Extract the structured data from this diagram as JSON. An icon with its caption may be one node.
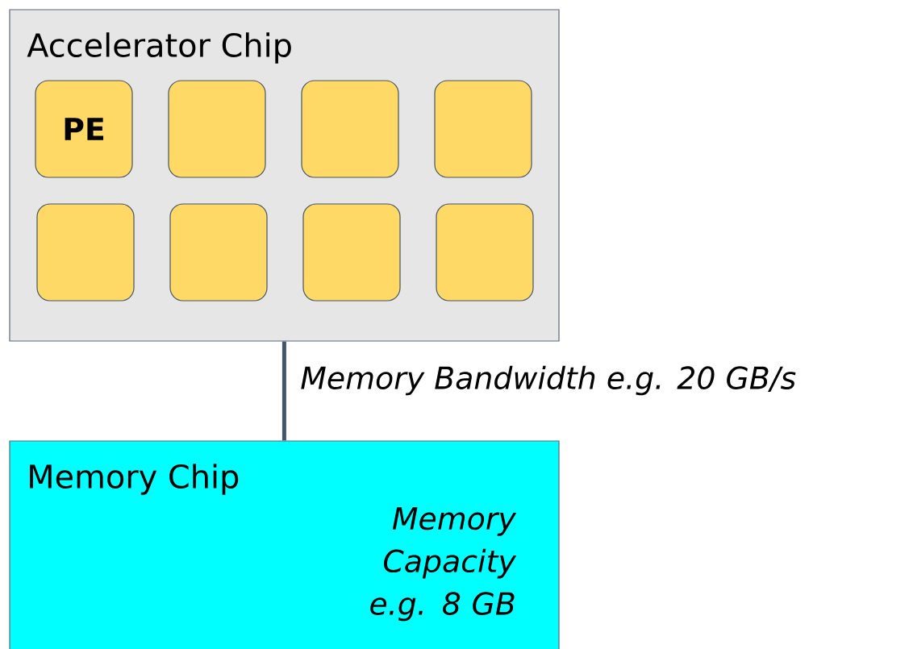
{
  "diagram": {
    "nodes": [
      {
        "text": [
          "Accelerator Chip"
        ]
      },
      {
        "text": [
          "PE"
        ],
        "in": 0
      },
      {
        "text": [],
        "shape": "box",
        "in": 0
      },
      {
        "text": [],
        "shape": "box",
        "in": 0
      },
      {
        "text": [],
        "shape": "box",
        "in": 0
      },
      {
        "text": [],
        "shape": "box",
        "in": 0
      },
      {
        "text": [],
        "shape": "box",
        "in": 0
      },
      {
        "text": [],
        "shape": "box",
        "in": 0
      },
      {
        "text": [],
        "shape": "box",
        "in": 0
      },
      {
        "text": [
          "Memory Chip",
          "Memory Capacity e.g. 8 GB"
        ]
      }
    ],
    "edges": [
      {
        "from": 0,
        "to": 9,
        "arrow": "none",
        "label": "Memory Bandwidth e.g. 20 GB/s"
      }
    ]
  }
}
